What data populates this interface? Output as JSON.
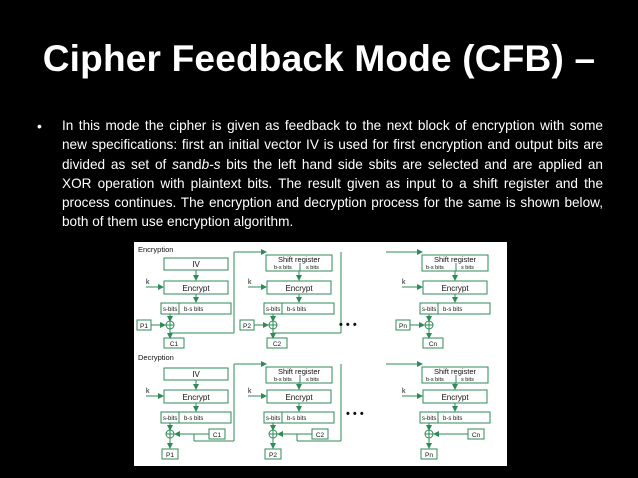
{
  "title": "Cipher Feedback Mode (CFB) –",
  "bullet": {
    "marker": "•",
    "text_1": "In this mode the cipher is given as feedback to the next block of encryption with some new specifications: first an initial vector IV is used for first encryption and output bits are divided as set of ",
    "italic_1": "s",
    "text_2": "and",
    "italic_2": "b-s",
    "text_3": " bits the left hand side sbits are selected and are applied an XOR operation with plaintext bits. The result given as input to a shift register and the process continues. The encryption and decryption process for the same is shown below, both of them use encryption algorithm."
  },
  "diagram": {
    "encryption_label": "Encryption",
    "decryption_label": "Decryption",
    "iv": "IV",
    "shift_register": "Shift register",
    "encrypt": "Encrypt",
    "key": "k",
    "b_s_bits": "b-s bits",
    "s_bits": "s bits",
    "s_bits_out": "s-bits",
    "ellipsis": "• • •",
    "enc": {
      "plaintexts": [
        "P1",
        "P2",
        "Pn"
      ],
      "ciphertexts": [
        "C1",
        "C2",
        "Cn"
      ]
    },
    "dec": {
      "ciphertexts": [
        "C1",
        "C2",
        "Cn"
      ],
      "plaintexts": [
        "P1",
        "P2",
        "Pn"
      ]
    }
  }
}
